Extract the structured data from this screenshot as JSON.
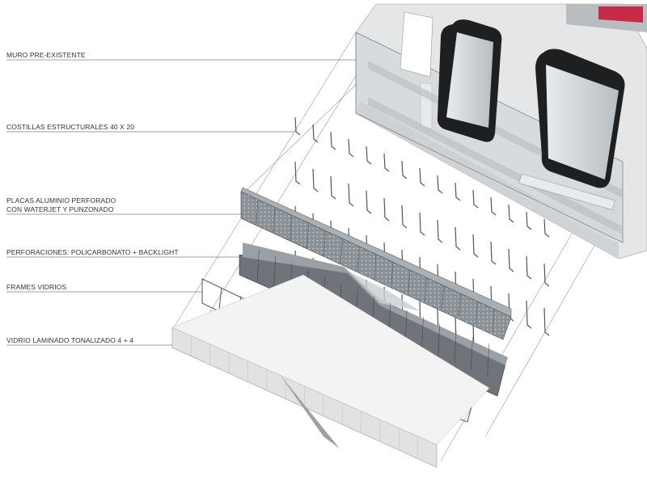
{
  "labels": {
    "muro": "MURO PRE-EXISTENTE",
    "costillas": "COSTILLAS ESTRUCTURALES 40 X 20",
    "placas_1": "PLACAS ALUMINIO PERFORADO",
    "placas_2": "CON WATERJET Y PUNZONADO",
    "perforaciones": "PERFORACIONES: POLICARBONATO + BACKLIGHT",
    "frames": "FRAMES VIDRIOS",
    "vidrio": "VIDRIO LAMINADO TONALIZADO 4 + 4"
  },
  "colors": {
    "leader": "#444444",
    "guide": "#9a9a9a",
    "glass_panel": "#c9ced1",
    "perforated_panel": "#8a9298",
    "polycarbonate": "#6e7479",
    "wall": "#d9dcde",
    "slab_top": "#f3f3f3",
    "slab_side": "#e2e2e2",
    "frame_stroke": "#555555",
    "accent": "#c8102e"
  }
}
